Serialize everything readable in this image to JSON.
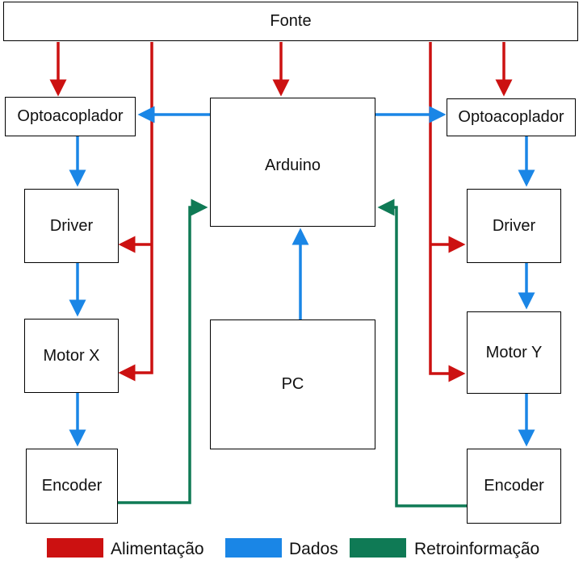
{
  "colors": {
    "power": "#cc1111",
    "data": "#1a86e6",
    "feedback": "#0f7a55"
  },
  "blocks": {
    "source": "Fonte",
    "arduino": "Arduino",
    "pc": "PC",
    "optocoupler_left": "Optoacoplador",
    "optocoupler_right": "Optoacoplador",
    "driver_left": "Driver",
    "driver_right": "Driver",
    "motor_x": "Motor X",
    "motor_y": "Motor Y",
    "encoder_left": "Encoder",
    "encoder_right": "Encoder"
  },
  "legend": {
    "power": "Alimentação",
    "data": "Dados",
    "feedback": "Retroinformação"
  }
}
